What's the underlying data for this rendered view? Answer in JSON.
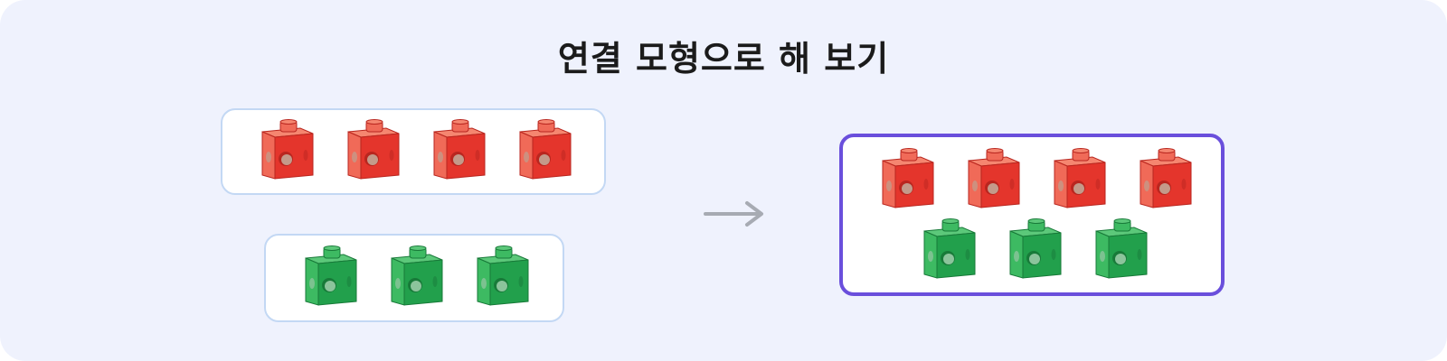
{
  "title": "연결 모형으로 해 보기",
  "groups": [
    {
      "name": "red-group",
      "color": "red",
      "count": 4
    },
    {
      "name": "green-group",
      "color": "green",
      "count": 3
    }
  ],
  "result": {
    "red_count": 4,
    "green_count": 3
  },
  "arrow": {
    "icon": "arrow-right-icon",
    "color": "#a7abb3"
  },
  "colors": {
    "background": "#eff2fd",
    "box_border": "#c3d8f4",
    "result_border": "#6a4fdc",
    "red_front": "#e4352c",
    "red_side": "#f06a58",
    "red_top": "#f58670",
    "green_front": "#22a04c",
    "green_side": "#3dba62",
    "green_top": "#5cc87a"
  }
}
